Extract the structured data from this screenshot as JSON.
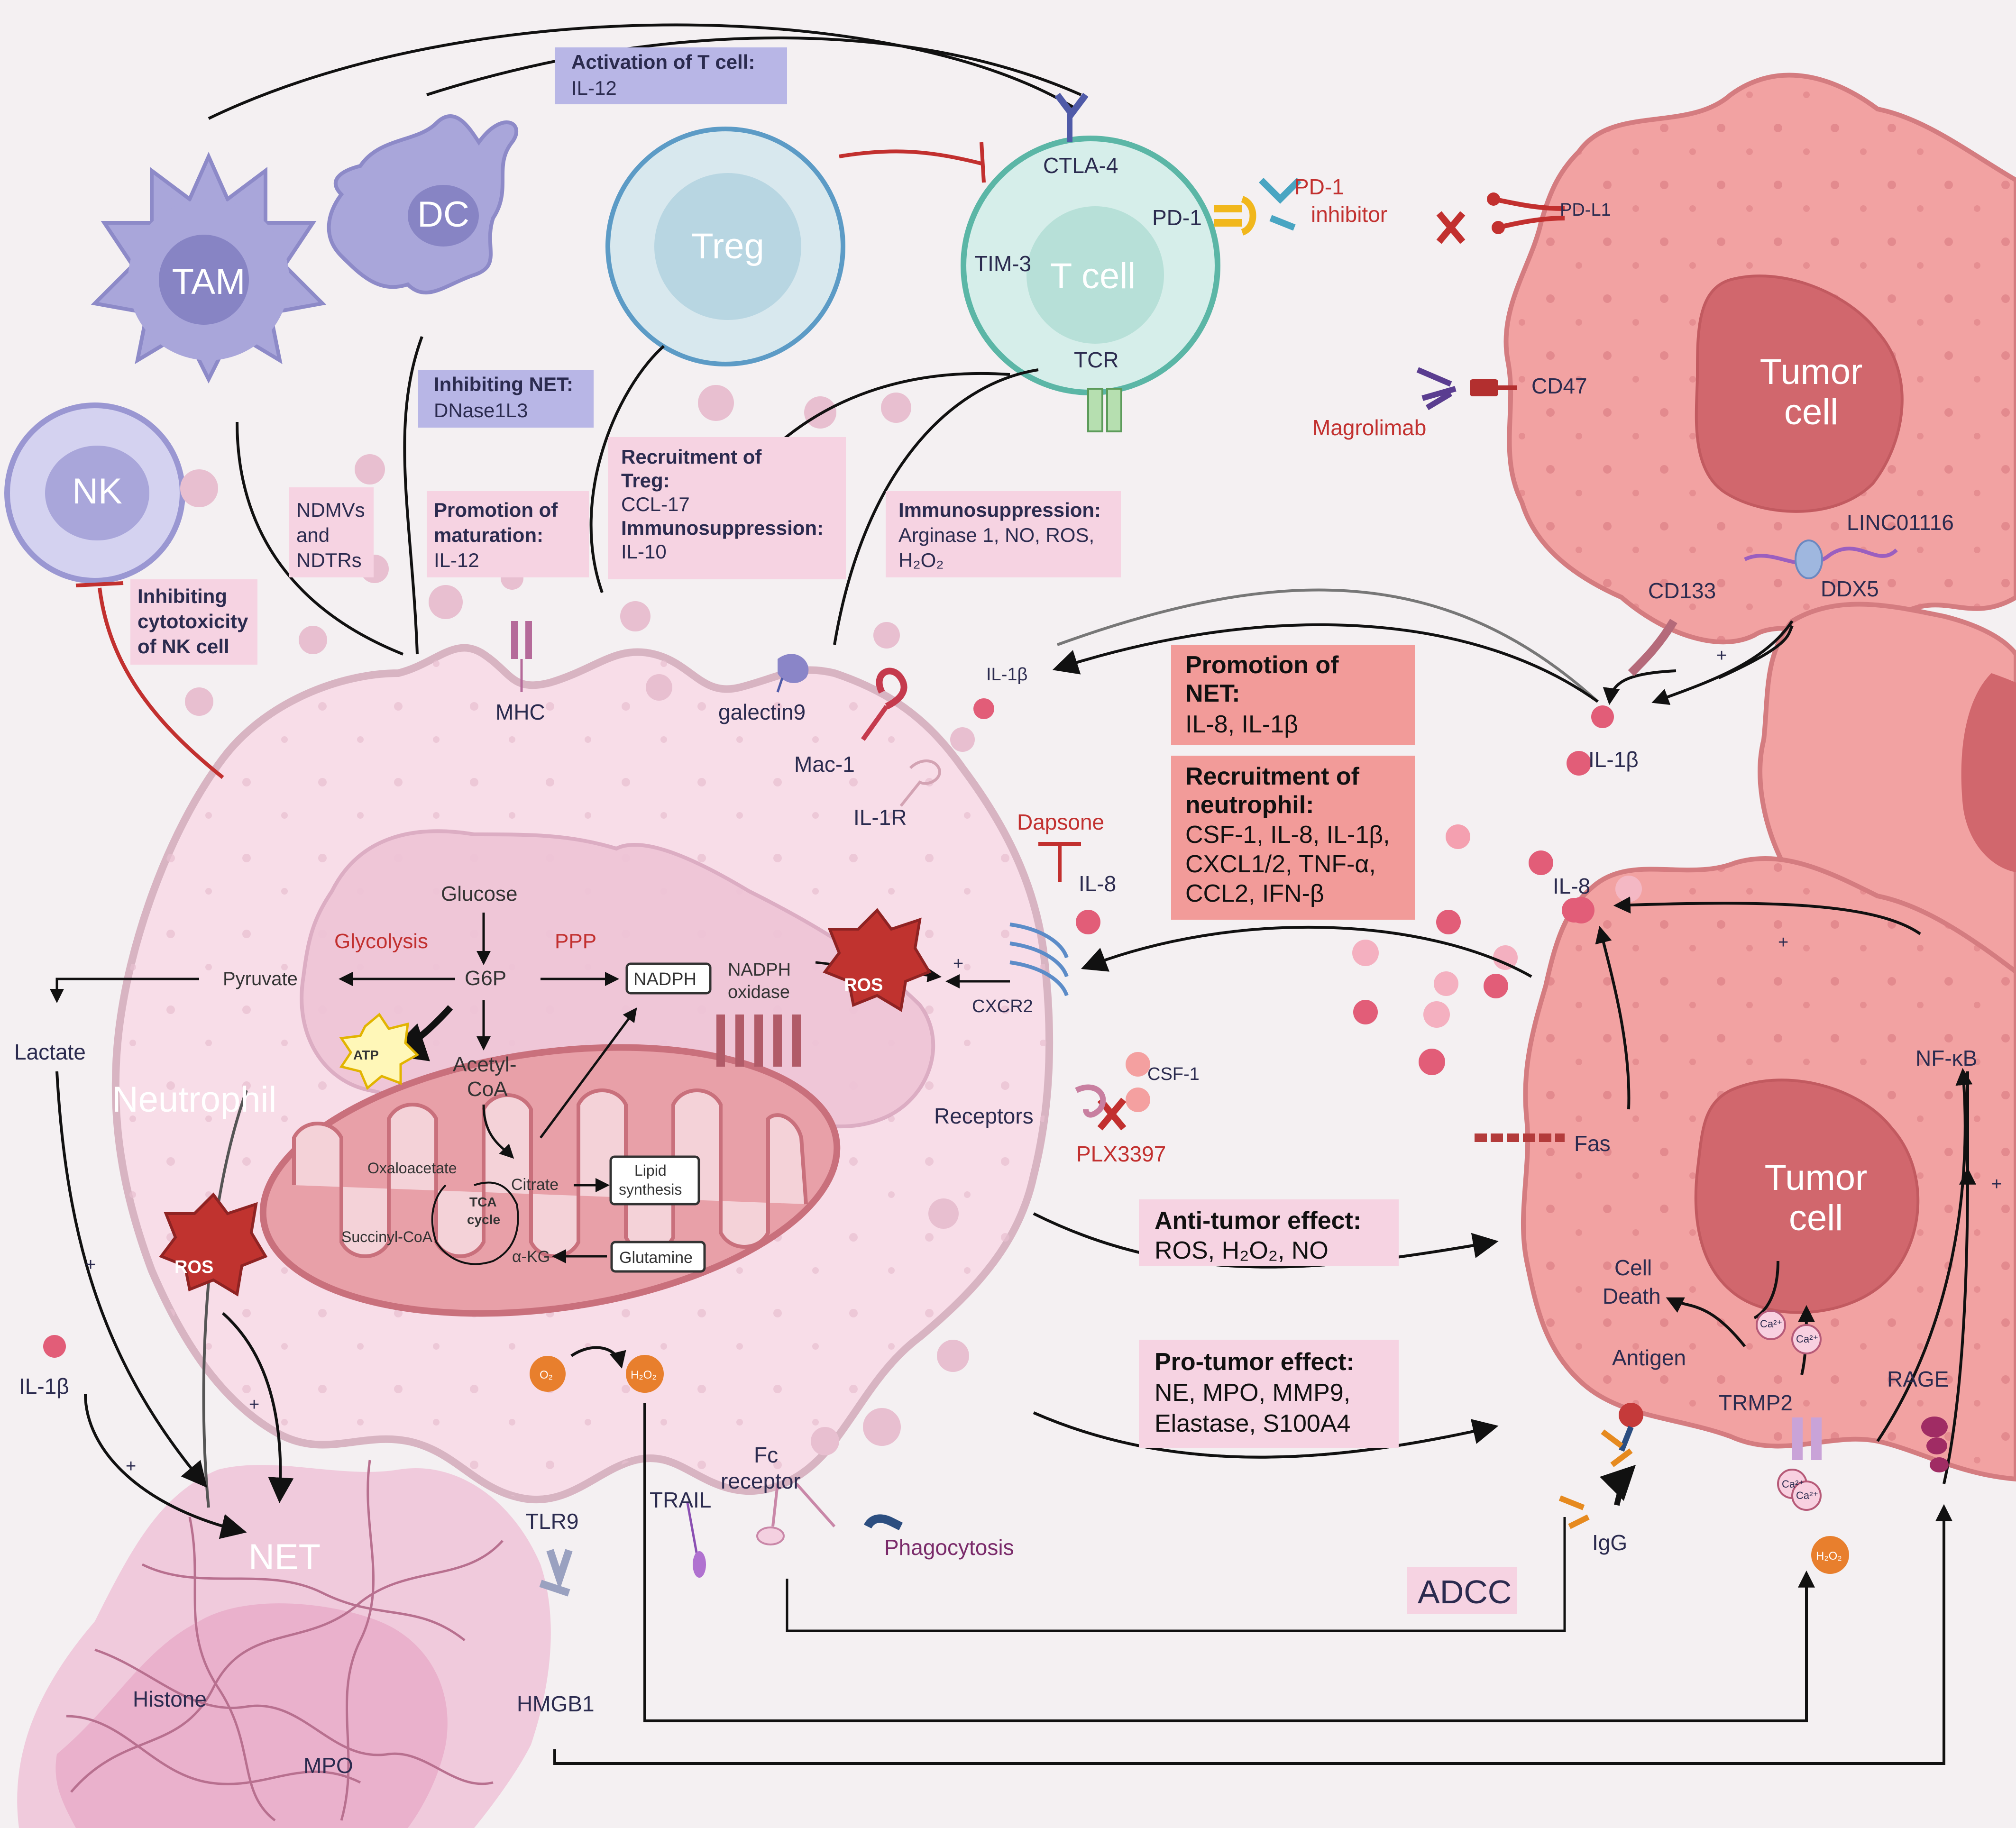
{
  "colors": {
    "background": "#f4f0f2",
    "tumor": "#f2a2a2",
    "tumor_edge": "#d47c80",
    "tumor_nucleus": "#d1676d",
    "neutrophil": "#f8dde8",
    "neutrophil_edge": "#d8b4c2",
    "immune_cell": "#a9a6da",
    "treg": "#d8e8ee",
    "tcell": "#d6eeea",
    "mitochondria": "#e8a0a8",
    "label_pink": "#f6d3e2",
    "label_purple": "#b8b6e6",
    "label_red": "#f29b99",
    "inhibit_red": "#c2302f",
    "orange": "#e87f2d"
  },
  "cells": {
    "tam": "TAM",
    "dc": "DC",
    "treg": "Treg",
    "tcell": "T cell",
    "nk": "NK",
    "tumor_top": "Tumor cell",
    "tumor_bottom": "Tumor cell",
    "neutrophil": "Neutrophil",
    "net": "NET"
  },
  "receptors": {
    "ctla4": "CTLA-4",
    "pd1": "PD-1",
    "pd1_inhibitor_line1": "PD-1",
    "pd1_inhibitor_line2": "inhibitor",
    "tim3": "TIM-3",
    "tcr": "TCR",
    "pdl1": "PD-L1",
    "cd47": "CD47",
    "magrolimab": "Magrolimab",
    "linc": "LINC01116",
    "ddx5": "DDX5",
    "cd133": "CD133",
    "mhc": "MHC",
    "galectin9": "galectin9",
    "mac1": "Mac-1",
    "il1r": "IL-1R",
    "dapsone": "Dapsone",
    "il8_dapsone": "IL-8",
    "cxcr2": "CXCR2",
    "csf1": "CSF-1",
    "receptors": "Receptors",
    "plx": "PLX3397",
    "il1b_right": "IL-1β",
    "il1b_top": "IL-1β",
    "il8_right": "IL-8",
    "nfkb": "NF-κB",
    "fas": "Fas",
    "cell_death_line1": "Cell",
    "cell_death_line2": "Death",
    "antigen": "Antigen",
    "trmp2": "TRMP2",
    "rage": "RAGE",
    "igg": "IgG",
    "adcc": "ADCC",
    "trail": "TRAIL",
    "fc_line1": "Fc",
    "fc_line2": "receptor",
    "phagocytosis": "Phagocytosis",
    "tlr9": "TLR9",
    "hmgb1": "HMGB1",
    "histone": "Histone",
    "mpo": "MPO",
    "lactate": "Lactate",
    "il1b_left": "IL-1β",
    "ca": "Ca²⁺",
    "o2": "O₂",
    "h2o2": "H₂O₂",
    "plus": "+"
  },
  "metabolism": {
    "glucose": "Glucose",
    "glycolysis": "Glycolysis",
    "ppp": "PPP",
    "g6p": "G6P",
    "pyruvate": "Pyruvate",
    "nadph": "NADPH",
    "nadph_oxidase_line1": "NADPH",
    "nadph_oxidase_line2": "oxidase",
    "ros": "ROS",
    "atp": "ATP",
    "acetyl_line1": "Acetyl-",
    "acetyl_line2": "CoA",
    "oxaloacetate": "Oxaloacetate",
    "citrate": "Citrate",
    "tca_line1": "TCA",
    "tca_line2": "cycle",
    "succinyl": "Succinyl-CoA",
    "akg": "α-KG",
    "lipid_line1": "Lipid",
    "lipid_line2": "synthesis",
    "glutamine": "Glutamine"
  },
  "labels": {
    "activation_title": "Activation of T cell:",
    "activation_body": "IL-12",
    "inhibiting_net_title": "Inhibiting NET:",
    "inhibiting_net_body": "DNase1L3",
    "ndmv_line1": "NDMVs",
    "ndmv_line2": "and",
    "ndmv_line3": "NDTRs",
    "promotion_mat_title_1": "Promotion of",
    "promotion_mat_title_2": "maturation:",
    "promotion_mat_body": "IL-12",
    "recruit_treg_title_1": "Recruitment of",
    "recruit_treg_title_2": "Treg:",
    "recruit_treg_body1": "CCL-17",
    "recruit_treg_title_3": "Immunosuppression:",
    "recruit_treg_body2": "IL-10",
    "immuno_title": "Immunosuppression:",
    "immuno_body1": "Arginase 1, NO, ROS,",
    "immuno_body2": "H₂O₂",
    "nk_inhibit_line1": "Inhibiting",
    "nk_inhibit_line2": "cytotoxicity",
    "nk_inhibit_line3": "of NK cell",
    "promo_net_title_1": "Promotion of",
    "promo_net_title_2": "NET:",
    "promo_net_body": "IL-8,  IL-1β",
    "recruit_neut_title_1": "Recruitment of",
    "recruit_neut_title_2": "neutrophil:",
    "recruit_neut_body1": "CSF-1, IL-8, IL-1β,",
    "recruit_neut_body2": "CXCL1/2, TNF-α,",
    "recruit_neut_body3": "CCL2, IFN-β",
    "anti_title": "Anti-tumor effect:",
    "anti_body": "ROS, H₂O₂, NO",
    "pro_title": "Pro-tumor effect:",
    "pro_body1": "NE, MPO, MMP9,",
    "pro_body2": "Elastase, S100A4"
  }
}
